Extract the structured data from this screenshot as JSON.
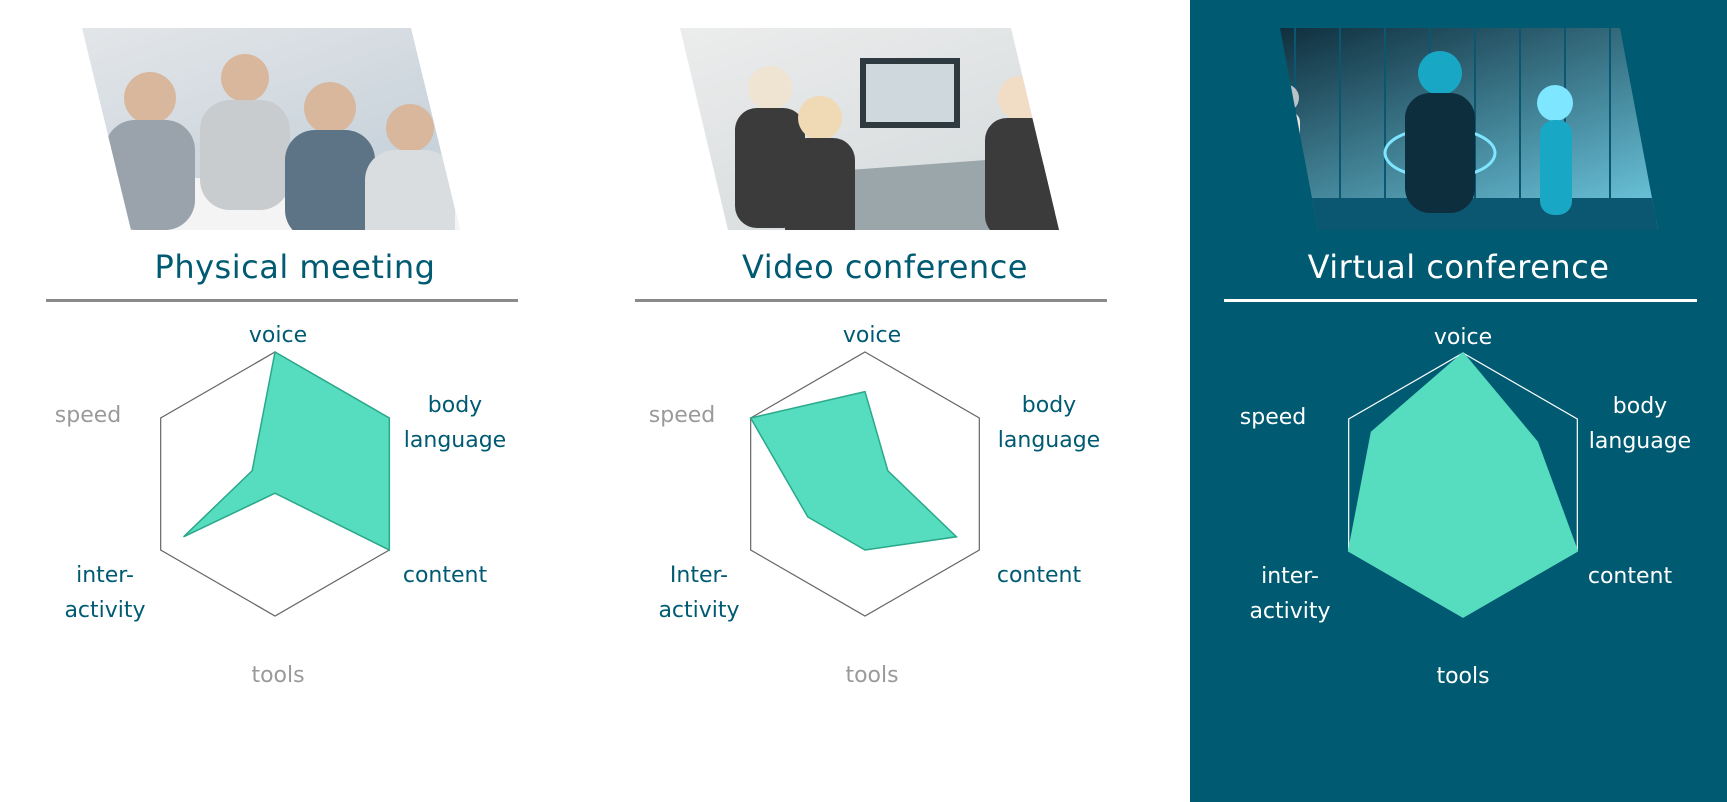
{
  "theme": {
    "accent": "#005a72",
    "fill": "#56dcbf",
    "fill_stroke": "#2aa88a",
    "muted_label": "#9a9a9a",
    "hexagon_stroke": "#666666"
  },
  "panels": [
    {
      "title": "Physical meeting",
      "photo_icon": "meeting-photo",
      "photo_colors": [
        "#e6e8ea",
        "#9aa3ab",
        "#5d7386",
        "#b8c7d3"
      ]
    },
    {
      "title": "Video conference",
      "photo_icon": "video-conference-photo",
      "photo_colors": [
        "#eeeeee",
        "#3b3b3b",
        "#9ba6ab",
        "#cfd6d8"
      ]
    },
    {
      "title": "Virtual conference",
      "photo_icon": "virtual-reality-photo",
      "photo_colors": [
        "#06202e",
        "#0b5670",
        "#19a7c6",
        "#7fe6ff"
      ]
    }
  ],
  "chart_data": [
    {
      "type": "radar",
      "axes": [
        {
          "label": [
            "voice"
          ],
          "emphasis": "active"
        },
        {
          "label": [
            "body",
            "language"
          ],
          "emphasis": "active"
        },
        {
          "label": [
            "content"
          ],
          "emphasis": "active"
        },
        {
          "label": [
            "tools"
          ],
          "emphasis": "muted"
        },
        {
          "label": [
            "inter-",
            "activity"
          ],
          "emphasis": "active"
        },
        {
          "label": [
            "speed"
          ],
          "emphasis": "muted"
        }
      ],
      "values": [
        1.0,
        1.0,
        1.0,
        0.07,
        0.8,
        0.2
      ],
      "range": [
        0,
        1
      ]
    },
    {
      "type": "radar",
      "axes": [
        {
          "label": [
            "voice"
          ],
          "emphasis": "active"
        },
        {
          "label": [
            "body",
            "language"
          ],
          "emphasis": "active"
        },
        {
          "label": [
            "content"
          ],
          "emphasis": "active"
        },
        {
          "label": [
            "tools"
          ],
          "emphasis": "muted"
        },
        {
          "label": [
            "Inter-",
            "activity"
          ],
          "emphasis": "active"
        },
        {
          "label": [
            "speed"
          ],
          "emphasis": "muted"
        }
      ],
      "values": [
        0.7,
        0.2,
        0.8,
        0.5,
        0.5,
        1.0
      ],
      "range": [
        0,
        1
      ]
    },
    {
      "type": "radar",
      "axes": [
        {
          "label": [
            "voice"
          ],
          "emphasis": "active"
        },
        {
          "label": [
            "body",
            "language"
          ],
          "emphasis": "active"
        },
        {
          "label": [
            "content"
          ],
          "emphasis": "active"
        },
        {
          "label": [
            "tools"
          ],
          "emphasis": "active"
        },
        {
          "label": [
            "inter-",
            "activity"
          ],
          "emphasis": "active"
        },
        {
          "label": [
            "speed"
          ],
          "emphasis": "active"
        }
      ],
      "values": [
        1.0,
        0.65,
        1.0,
        1.0,
        1.0,
        0.8
      ],
      "range": [
        0,
        1
      ]
    }
  ]
}
